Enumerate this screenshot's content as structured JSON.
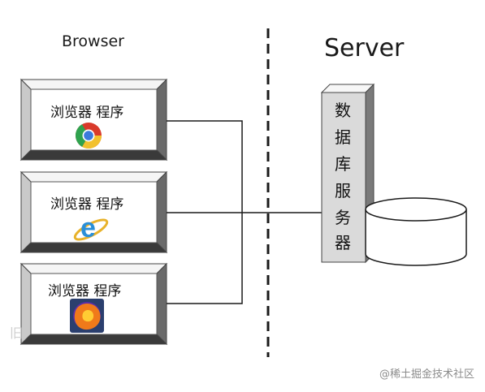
{
  "browser_heading": "Browser",
  "server_heading": "Server",
  "clients": [
    {
      "label": "浏览器 程序",
      "icon": "chrome-icon"
    },
    {
      "label": "浏览器 程序",
      "icon": "internet-explorer-icon"
    },
    {
      "label": "浏览器 程序",
      "icon": "firefox-icon"
    }
  ],
  "server": {
    "label_chars": [
      "数",
      "据",
      "库",
      "服",
      "务",
      "器"
    ]
  },
  "watermark": "@稀土掘金技术社区",
  "corner_mark": "旧",
  "colors": {
    "frame_light": "#f2f2f2",
    "frame_shadow": "#5a5a5a",
    "panel_fill": "#ececec",
    "line": "#1a1a1a",
    "chrome_red": "#d93a2b",
    "chrome_yellow": "#f2c12e",
    "chrome_green": "#2fa34f",
    "chrome_blue": "#3b7bdc",
    "ie_blue": "#2a8fd8",
    "ie_gold": "#e8b22a",
    "firefox_orange": "#f07a1a",
    "firefox_purple": "#5a2ea8"
  }
}
